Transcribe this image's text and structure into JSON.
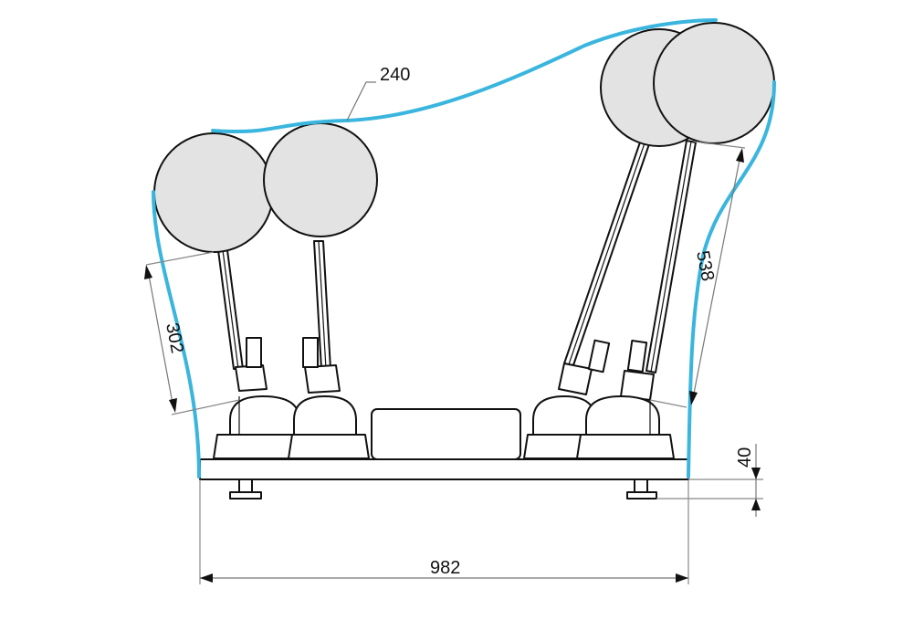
{
  "dimensions": {
    "label_240": "240",
    "label_302": "302",
    "label_538": "538",
    "label_40": "40",
    "label_982": "982"
  },
  "colors": {
    "envelope": "#3ab5de",
    "ball_fill": "#e3e3e3",
    "outline": "#111111",
    "dimension_line": "#777777"
  }
}
